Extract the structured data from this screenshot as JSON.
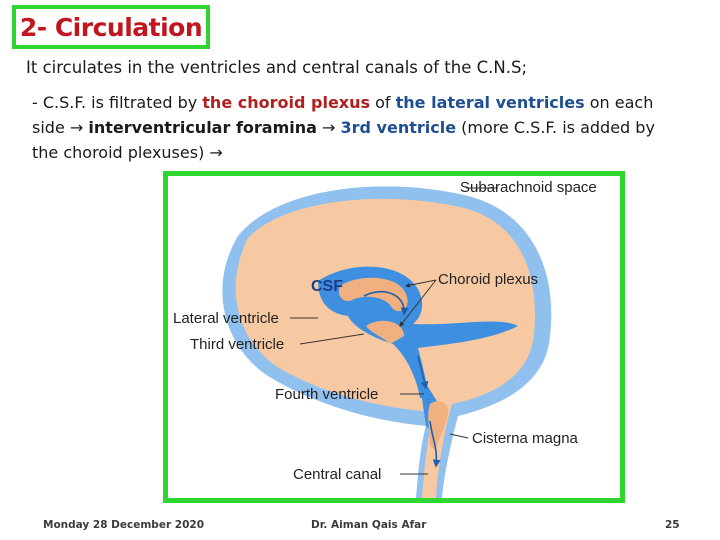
{
  "heading": "2- Circulation",
  "intro": "It circulates in the ventricles and central canals of the C.N.S;",
  "paragraph": {
    "p1": "- C.S.F. is filtrated by ",
    "p2": "the choroid plexus",
    "p3": " of ",
    "p4": "the lateral ventricles",
    "p5": " on each side → ",
    "p6": "interventricular foramina",
    "p7": " → ",
    "p8": "3rd ventricle",
    "p9": " (more C.S.F. is added by the choroid plexuses) →"
  },
  "figure": {
    "labels": {
      "subarachnoid": "Subarachnoid space",
      "csf": "CSF",
      "choroid": "Choroid plexus",
      "lateral": "Lateral ventricle",
      "third": "Third ventricle",
      "fourth": "Fourth ventricle",
      "cisterna": "Cisterna magna",
      "central": "Central canal"
    },
    "colors": {
      "brain_fill": "#f7c9a3",
      "csf_blue": "#3f8fe0",
      "frame_green": "#2fd62f"
    }
  },
  "footer": {
    "date": "Monday 28 December 2020",
    "author": "Dr. Aiman Qais Afar",
    "page_number": "25"
  }
}
